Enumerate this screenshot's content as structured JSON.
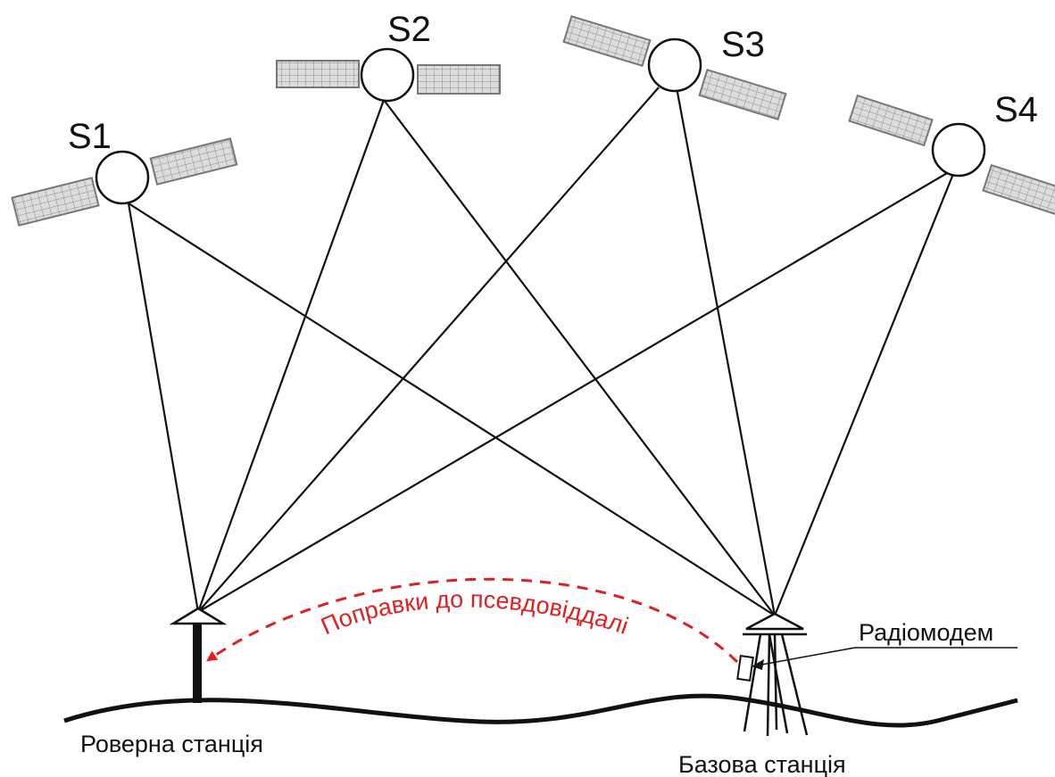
{
  "satellites": [
    {
      "id": "s1",
      "label": "S1"
    },
    {
      "id": "s2",
      "label": "S2"
    },
    {
      "id": "s3",
      "label": "S3"
    },
    {
      "id": "s4",
      "label": "S4"
    }
  ],
  "labels": {
    "rover": "Роверна станція",
    "base": "Базова станція",
    "radiomodem": "Радіомодем",
    "corrections": "Поправки до псевдовіддалі"
  },
  "colors": {
    "lines": "#111111",
    "panel_fill": "#d9d9d9",
    "panel_grid": "#8c8c8c",
    "correction_arrow": "#e02020"
  }
}
